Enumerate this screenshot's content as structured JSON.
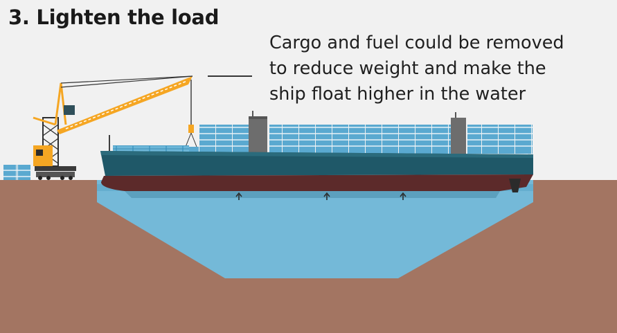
{
  "title": "3. Lighten the load",
  "caption": {
    "lines": [
      "Cargo and fuel could be removed",
      "to reduce weight and make the",
      "ship float higher in the water"
    ]
  },
  "colors": {
    "background": "#f1f1f1",
    "ground": "#a37562",
    "water": "#74b9d8",
    "hull_top": "#1f5868",
    "hull_bottom": "#5c2a2a",
    "containers": "#4a9fc7",
    "crane": "#f5a623",
    "funnel": "#6d6d6d"
  },
  "icons": [
    "crane-icon",
    "ship-icon",
    "container-stack-icon",
    "up-arrow-icon"
  ]
}
